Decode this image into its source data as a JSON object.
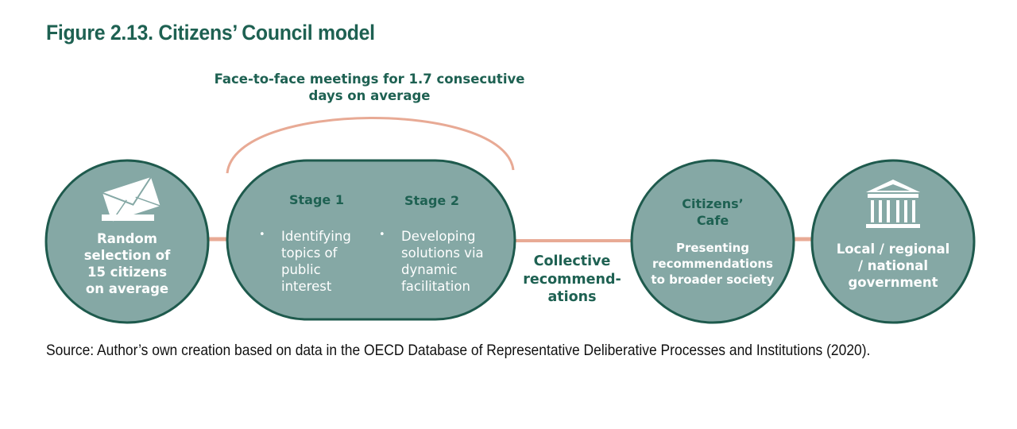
{
  "title": "Figure 2.13. Citizens’ Council model",
  "meetings_label": "Face-to-face meetings for 1.7 consecutive days on average",
  "meetings_label_lines": [
    "Face-to-face meetings for 1.7 consecutive",
    "days on average"
  ],
  "nodes": {
    "selection": {
      "icon": "envelope-icon",
      "lines": [
        "Random",
        "selection of",
        "15 citizens",
        "on average"
      ]
    },
    "stages": {
      "stage1": {
        "title": "Stage 1",
        "lines": [
          "Identifying",
          "topics of",
          "public",
          "interest"
        ]
      },
      "stage2": {
        "title": "Stage 2",
        "lines": [
          "Developing",
          "solutions via",
          "dynamic",
          "facilitation"
        ]
      }
    },
    "cafe": {
      "title_lines": [
        "Citizens’",
        "Cafe"
      ],
      "lines": [
        "Presenting",
        "recommendations",
        "to broader society"
      ]
    },
    "government": {
      "icon": "government-building-icon",
      "lines": [
        "Local / regional",
        "/ national",
        "government"
      ]
    }
  },
  "output_label_lines": [
    "Collective",
    "recommend-",
    "ations"
  ],
  "source": "Source: Author’s own creation based on data in the OECD Database of Representative Deliberative Processes and Institutions (2020).",
  "colors": {
    "title": "#1e6152",
    "node_fill": "#85a8a5",
    "node_border": "#1e5a4d",
    "arrow": "#e8aa95",
    "text_on_node": "#ffffff"
  }
}
